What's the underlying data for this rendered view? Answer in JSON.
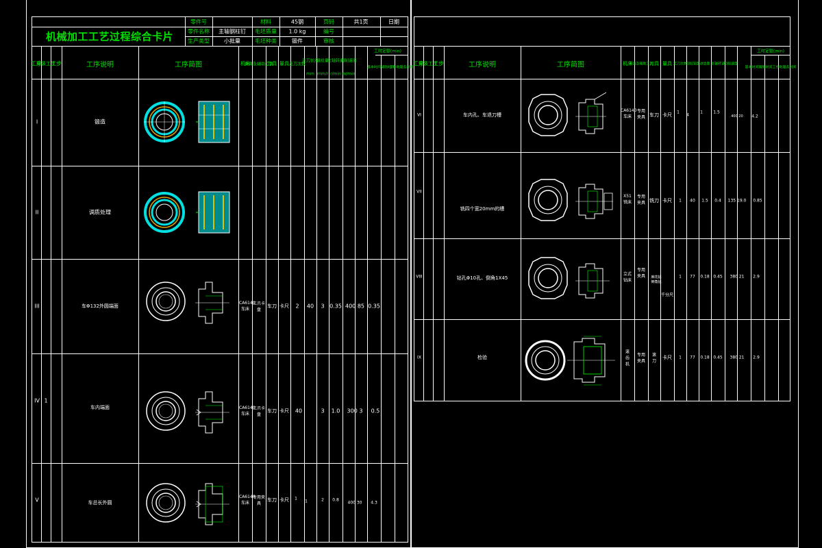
{
  "left_card": {
    "title": "机械加工工艺过程综合卡片",
    "header_cells": {
      "product_code_label": "零件号",
      "part_name_label": "零件名称",
      "part_name_value": "主轴钢柱钉",
      "production_type_label": "生产类型",
      "production_type_value": "小批量",
      "material_label": "材料",
      "material_value": "45钢",
      "blank_weight_label": "毛坯质量",
      "blank_weight_value": "1.0 kg",
      "blank_type_label": "毛坯种类",
      "blank_type_value": "锻件",
      "sheet_label": "页码",
      "sheet_label2": "共1页",
      "date_label": "日期",
      "approved_label": "审核",
      "drawn_label": "编号"
    },
    "columns": {
      "process": "工序",
      "setup": "安装工步",
      "step": "工步",
      "description": "工序说明",
      "sketch": "工序简图",
      "machine": "机床",
      "fixture": "夹具及辅助工具",
      "tool": "刀具",
      "gauge": "量具",
      "pass_count": "走刀次数",
      "depth": "走刀长度",
      "depth_unit": "mm",
      "feed": "进给量",
      "feed_unit": "mm/r",
      "spindle": "主轴转速",
      "spindle_unit": "r/min",
      "cut_speed": "切削速度",
      "cut_speed_unit": "m/min",
      "time_group": "工时定额(min)",
      "time_basic": "基本时间",
      "time_aux": "辅助时间",
      "time_work": "工作地服务时间"
    },
    "rows": [
      {
        "num": "I",
        "setup": "",
        "desc": "锻造",
        "machine": "",
        "fixture": "",
        "tool": "",
        "gauge": "",
        "passes": "",
        "depth": "",
        "feed": "",
        "spindle": "",
        "speed": "",
        "time": ""
      },
      {
        "num": "II",
        "setup": "",
        "desc": "调质处理",
        "machine": "",
        "fixture": "",
        "tool": "",
        "gauge": "",
        "passes": "",
        "depth": "",
        "feed": "",
        "spindle": "",
        "speed": "",
        "time": ""
      },
      {
        "num": "III",
        "setup": "",
        "desc": "车Φ132外圆端面",
        "machine": "CA6140车床",
        "fixture": "三爪卡盘",
        "tool": "车刀",
        "gauge": "卡尺",
        "passes": "2",
        "depth": "40",
        "feed": "3",
        "spindle": "0.35",
        "speed": "400 85",
        "time": "0.35"
      },
      {
        "num": "IV",
        "setup": "1",
        "desc": "车内端面",
        "machine": "CA6140车床",
        "fixture": "三爪卡盘",
        "tool": "车刀",
        "gauge": "卡尺",
        "passes": "",
        "depth": "40",
        "feed": "3",
        "spindle": "1.0",
        "speed": "300 3",
        "time": "0.5"
      },
      {
        "num": "V",
        "setup": "",
        "desc": "车总长外圆",
        "machine": "CA6140车床",
        "fixture": "专用夹具",
        "tool": "车刀",
        "gauge": "卡尺",
        "passes": "1",
        "depth": "1",
        "feed": "2",
        "spindle": "0.8",
        "speed": "400 30",
        "time": "4.3"
      }
    ]
  },
  "right_card": {
    "columns": {
      "process": "工序",
      "setup": "安装工步",
      "step": "工步",
      "description": "工序说明",
      "sketch": "工序简图",
      "machine": "机床",
      "fixture": "夹具及辅助工具",
      "tool": "刀具",
      "gauge": "量具",
      "pass_count": "走刀次数",
      "depth": "切削深度",
      "feed": "进给量",
      "spindle": "主轴转速",
      "cut_speed": "切削速度",
      "time_group": "工时定额(min)",
      "time_basic": "基本时间辅助时间工作地服务时间"
    },
    "rows": [
      {
        "num": "VI",
        "desc": "车内孔、车退刀槽",
        "machine": "CA6140车床",
        "fixture": "专用夹具",
        "tool": "车刀",
        "gauge": "卡尺",
        "passes": "1",
        "depth": "4",
        "feed": "1",
        "spindle": "1.5",
        "speed": "400 20",
        "time": "4.2"
      },
      {
        "num": "VII",
        "desc": "铣四个宽20mm的槽",
        "machine": "X51铣床",
        "fixture": "专用夹具",
        "tool": "铣刀",
        "gauge": "卡尺",
        "passes": "1",
        "depth": "40",
        "feed": "1.5",
        "spindle": "0.4",
        "speed": "135 19.0",
        "time": "0.85"
      },
      {
        "num": "VIII",
        "desc": "钻孔Φ10孔、倒角1X45",
        "machine": "立式钻床",
        "fixture": "专用夹具",
        "tool": "麻花钻倒角钻",
        "gauge": "千分尺",
        "passes": "1",
        "depth": "77",
        "feed": "0.18",
        "spindle": "0.45",
        "speed": "380 21",
        "time": "2.9"
      },
      {
        "num": "IX",
        "desc": "检验",
        "machine": "滚齿机",
        "fixture": "专用夹具",
        "tool": "滚刀",
        "gauge": "卡尺",
        "passes": "1",
        "depth": "77",
        "feed": "0.18",
        "spindle": "0.45",
        "speed": "380 21",
        "time": "2.9"
      }
    ]
  }
}
